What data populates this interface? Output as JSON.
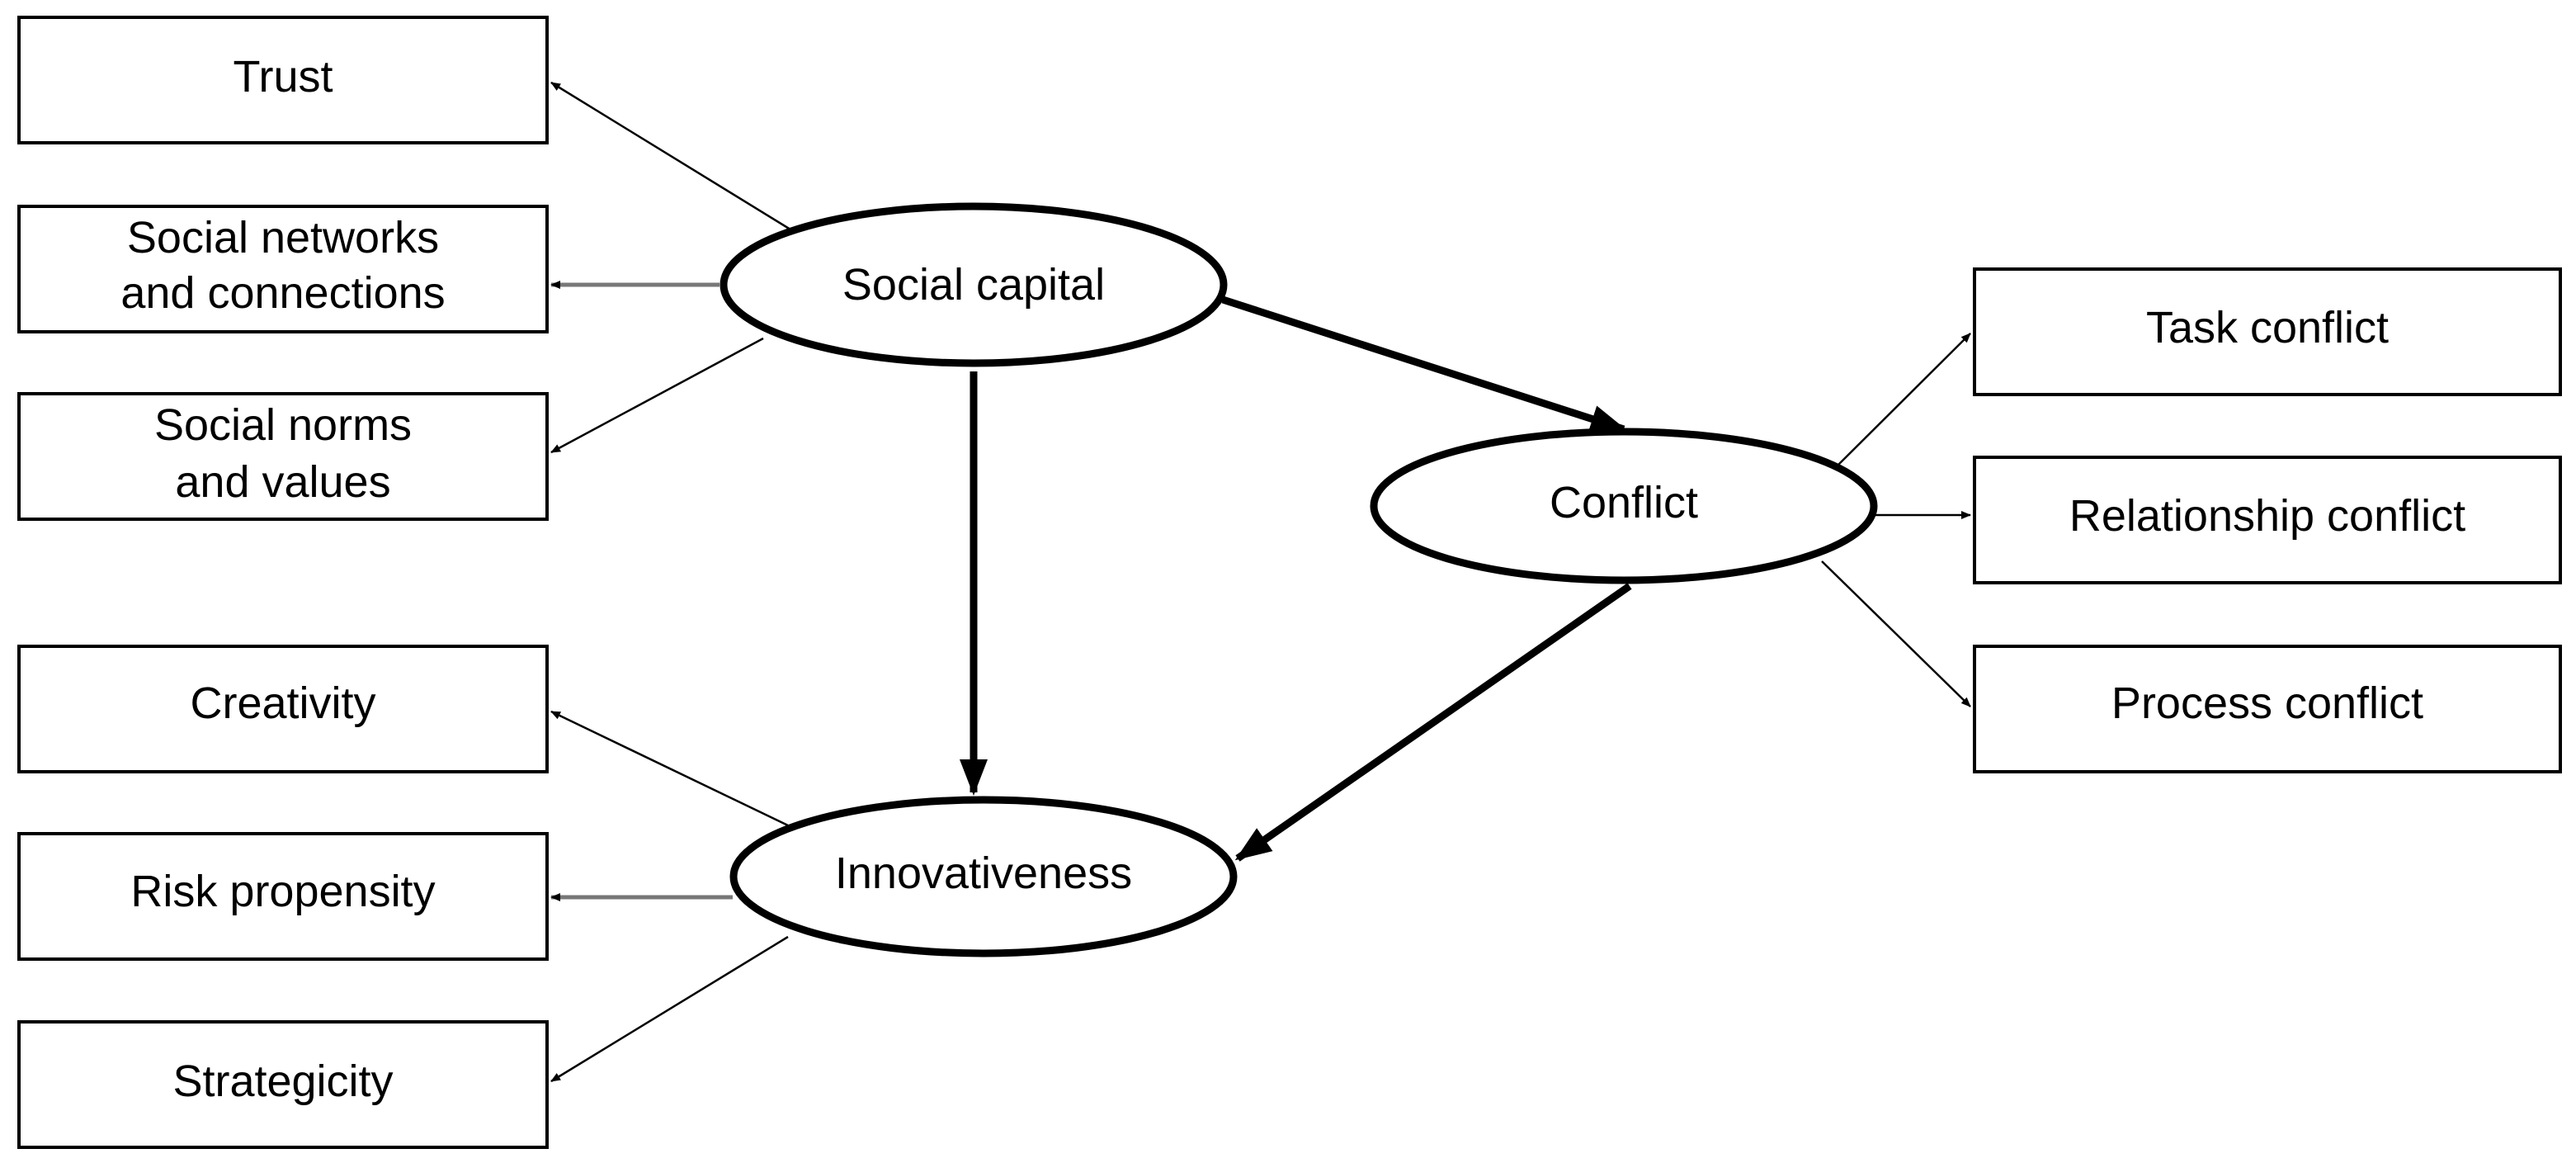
{
  "constructs": {
    "social_capital": "Social capital",
    "conflict": "Conflict",
    "innovativeness": "Innovativeness"
  },
  "social_capital_indicators": {
    "trust": "Trust",
    "networks_line1": "Social networks",
    "networks_line2": "and connections",
    "norms_line1": "Social norms",
    "norms_line2": "and values"
  },
  "conflict_indicators": {
    "task": "Task conflict",
    "relationship": "Relationship conflict",
    "process": "Process conflict"
  },
  "innovativeness_indicators": {
    "creativity": "Creativity",
    "risk": "Risk propensity",
    "strategicity": "Strategicity"
  }
}
